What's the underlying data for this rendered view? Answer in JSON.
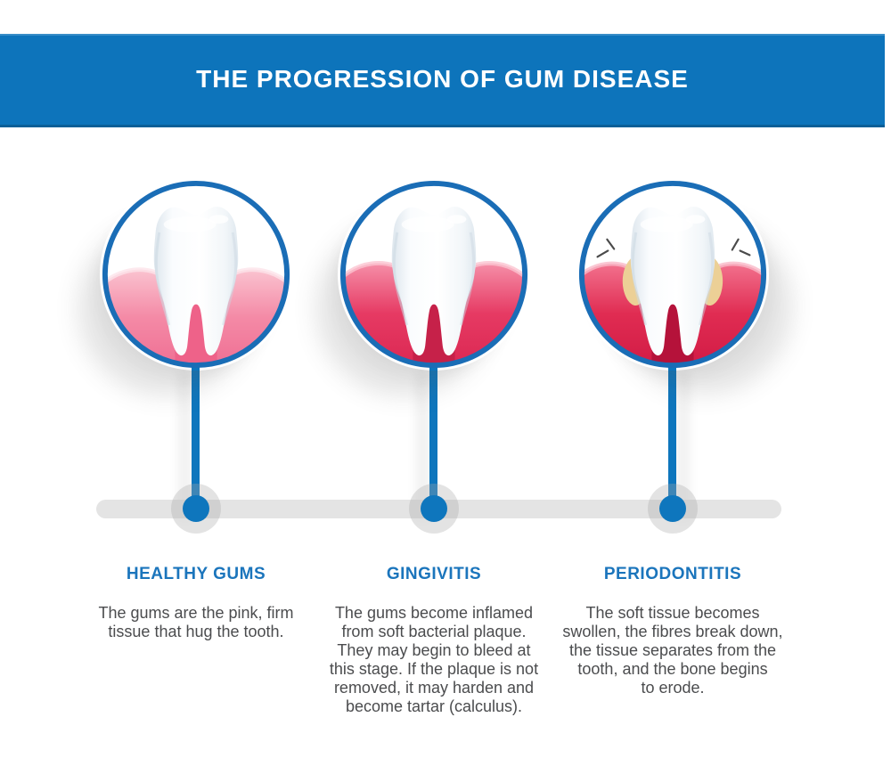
{
  "title": "THE PROGRESSION OF GUM DISEASE",
  "colors": {
    "banner_blue": "#0d74bb",
    "accent_blue": "#1b75bc",
    "dot_blue": "#0e76bd",
    "circle_stroke": "#1a6db6",
    "body_text": "#4b4c4e",
    "timeline_bar": "#e4e4e4",
    "ring_gray": "#d6d6d6",
    "tooth_white": "#ffffff",
    "gum_healthy_pink": "#f48aa6",
    "gum_gingivitis_red": "#e63a63",
    "gum_periodontitis_red": "#e02c52",
    "tartar_yellow": "#ecd096"
  },
  "stages": [
    {
      "id": "healthy-gums",
      "label": "HEALTHY GUMS",
      "description": "The gums are the pink, firm\ntissue that hug the tooth."
    },
    {
      "id": "gingivitis",
      "label": "GINGIVITIS",
      "description": "The gums become inflamed\nfrom soft bacterial plaque.\nThey may begin to bleed at\nthis stage. If the plaque is not\nremoved, it may harden and\nbecome tartar (calculus)."
    },
    {
      "id": "periodontitis",
      "label": "PERIODONTITIS",
      "description": "The soft tissue becomes\nswollen, the fibres break down,\nthe tissue separates from the\ntooth, and the bone begins\nto erode."
    }
  ]
}
